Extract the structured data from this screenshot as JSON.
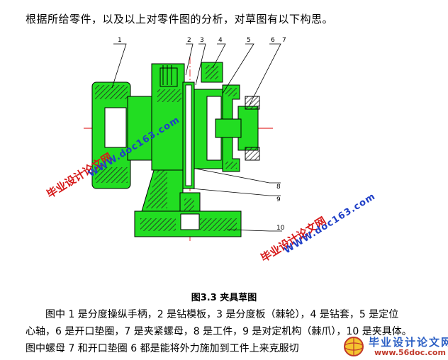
{
  "intro": "根据所给零件，以及以上对零件图的分析，对草图有以下构思。",
  "figure": {
    "caption": "图3.3   夹具草图",
    "callouts": [
      "1",
      "2",
      "3",
      "4",
      "5",
      "6",
      "7",
      "8",
      "9",
      "10"
    ],
    "watermarks": {
      "cn": "毕业设计论文网",
      "url": "WWW.doc163.com"
    },
    "colors": {
      "part": "#22dd22",
      "outline": "#000000",
      "hatch": "#222222",
      "centerline": "#dd0000",
      "watermark_cn": "#d61818",
      "watermark_url": "#1f3fc7"
    }
  },
  "paragraphs": [
    "图中 1 是分度操纵手柄，2 是钻模板，3 是分度板（棘轮），4 是钻套，5 是定位",
    "心轴，6 是开口垫圈，7 是夹紧螺母，8 是工件，9 是对定机构（棘爪），10 是夹具体。",
    "图中螺母 7 和开口垫圈 6 都是能将外力施加到工件上来克服切"
  ],
  "footer_watermark": {
    "cn": "毕业设计论文网",
    "url": "www.56doc.com"
  }
}
